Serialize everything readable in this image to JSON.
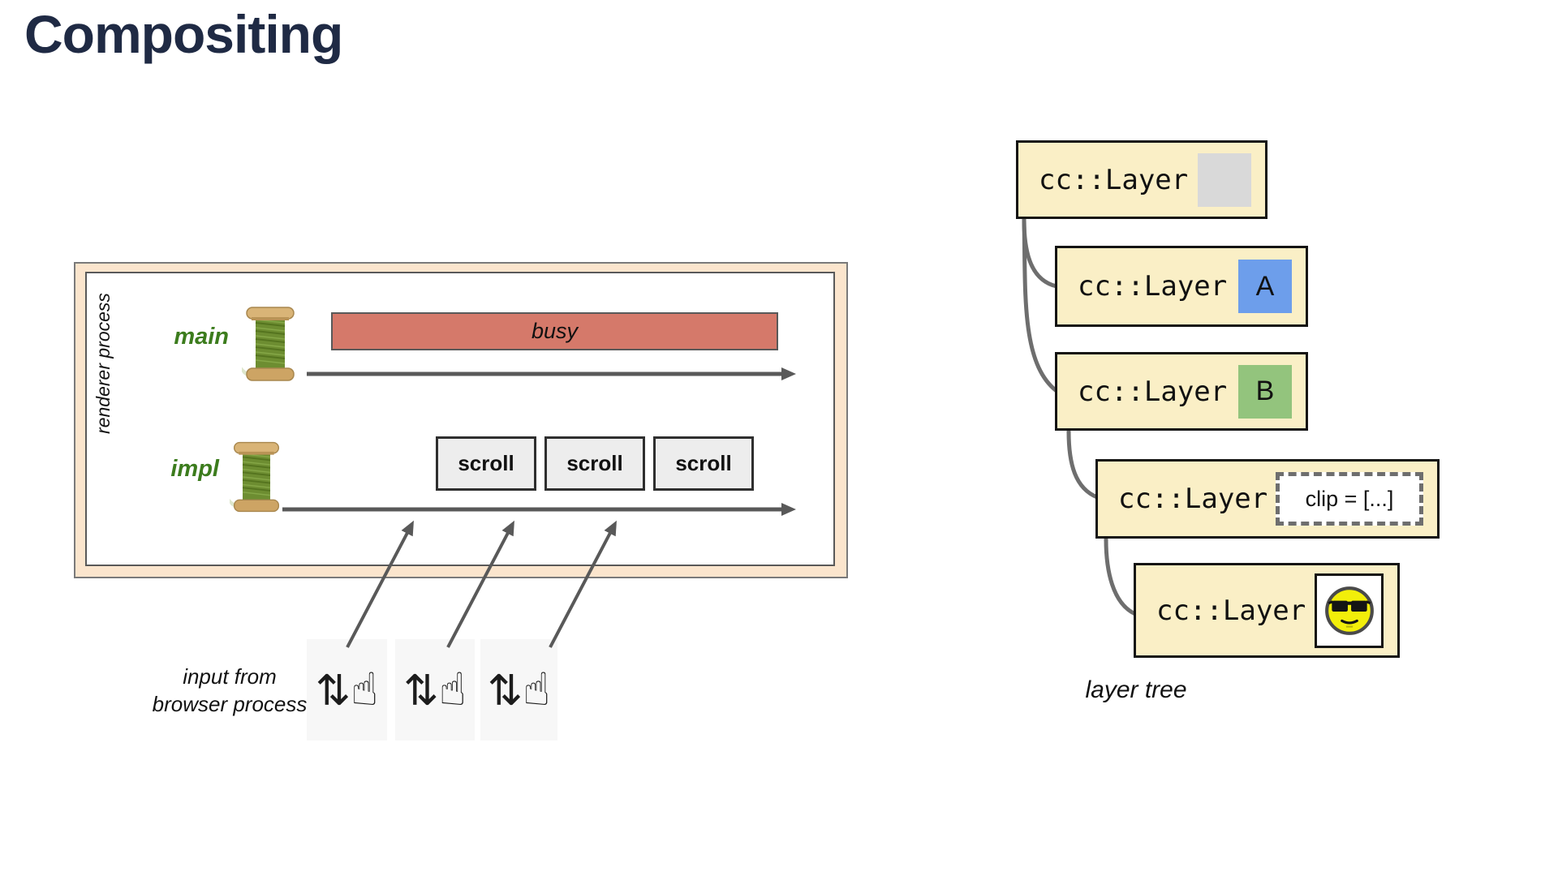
{
  "title": "Compositing",
  "renderer_diagram": {
    "process_label": "renderer process",
    "main_thread": {
      "name": "main",
      "busy_label": "busy"
    },
    "impl_thread": {
      "name": "impl",
      "scroll_events": [
        "scroll",
        "scroll",
        "scroll"
      ]
    },
    "input_caption": {
      "line1": "input from",
      "line2": "browser process"
    },
    "gesture_icon": {
      "arrows_glyph": "⇅",
      "hand_glyph": "☝"
    }
  },
  "layer_tree": {
    "caption": "layer tree",
    "nodes": [
      {
        "label": "cc::Layer",
        "badge_type": "gray-square",
        "badge_text": ""
      },
      {
        "label": "cc::Layer",
        "badge_type": "blue-square",
        "badge_text": "A"
      },
      {
        "label": "cc::Layer",
        "badge_type": "green-square",
        "badge_text": "B"
      },
      {
        "label": "cc::Layer",
        "badge_type": "clip-rect",
        "badge_text": "clip = [...]"
      },
      {
        "label": "cc::Layer",
        "badge_type": "smiley-image",
        "badge_text": ""
      }
    ]
  },
  "colors": {
    "title_navy": "#1f2a44",
    "process_box_fill": "#fbe5cd",
    "busy_bar": "#d5796a",
    "thread_label_green": "#3c7c1d",
    "scroll_box_fill": "#ededed",
    "layer_box_fill": "#faefc6",
    "badge_gray": "#d9d9d9",
    "badge_blue": "#6d9eeb",
    "badge_green": "#93c47d",
    "arrow_gray": "#595959",
    "connector_gray": "#6e6e6e"
  }
}
